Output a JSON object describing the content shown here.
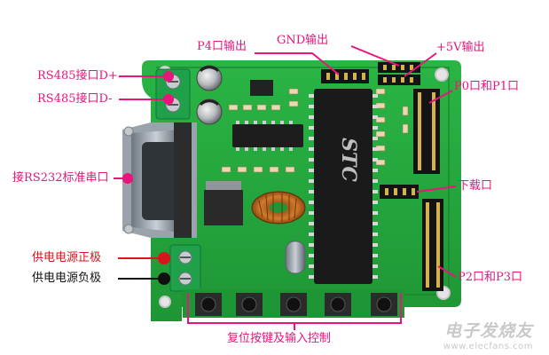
{
  "labels": {
    "p4_out": "P4口输出",
    "gnd_out": "GND输出",
    "v5_out": "+5V输出",
    "rs485_dplus": "RS485接口D+",
    "rs485_dminus": "RS485接口D-",
    "p0_p1": "P0口和P1口",
    "rs232": "接RS232标准串口",
    "download": "下载口",
    "power_pos": "供电电源正极",
    "power_neg": "供电电源负极",
    "p2_p3": "P2口和P3口",
    "reset_keys": "复位按键及输入控制"
  },
  "chip": {
    "brand": "STC"
  },
  "watermark": {
    "title": "电子发烧友",
    "url": "www.elecfans.com"
  },
  "colors": {
    "pcb": "#23a53a",
    "callout_magenta": "#e8157a",
    "callout_red": "#d8141c",
    "callout_black": "#111111"
  }
}
